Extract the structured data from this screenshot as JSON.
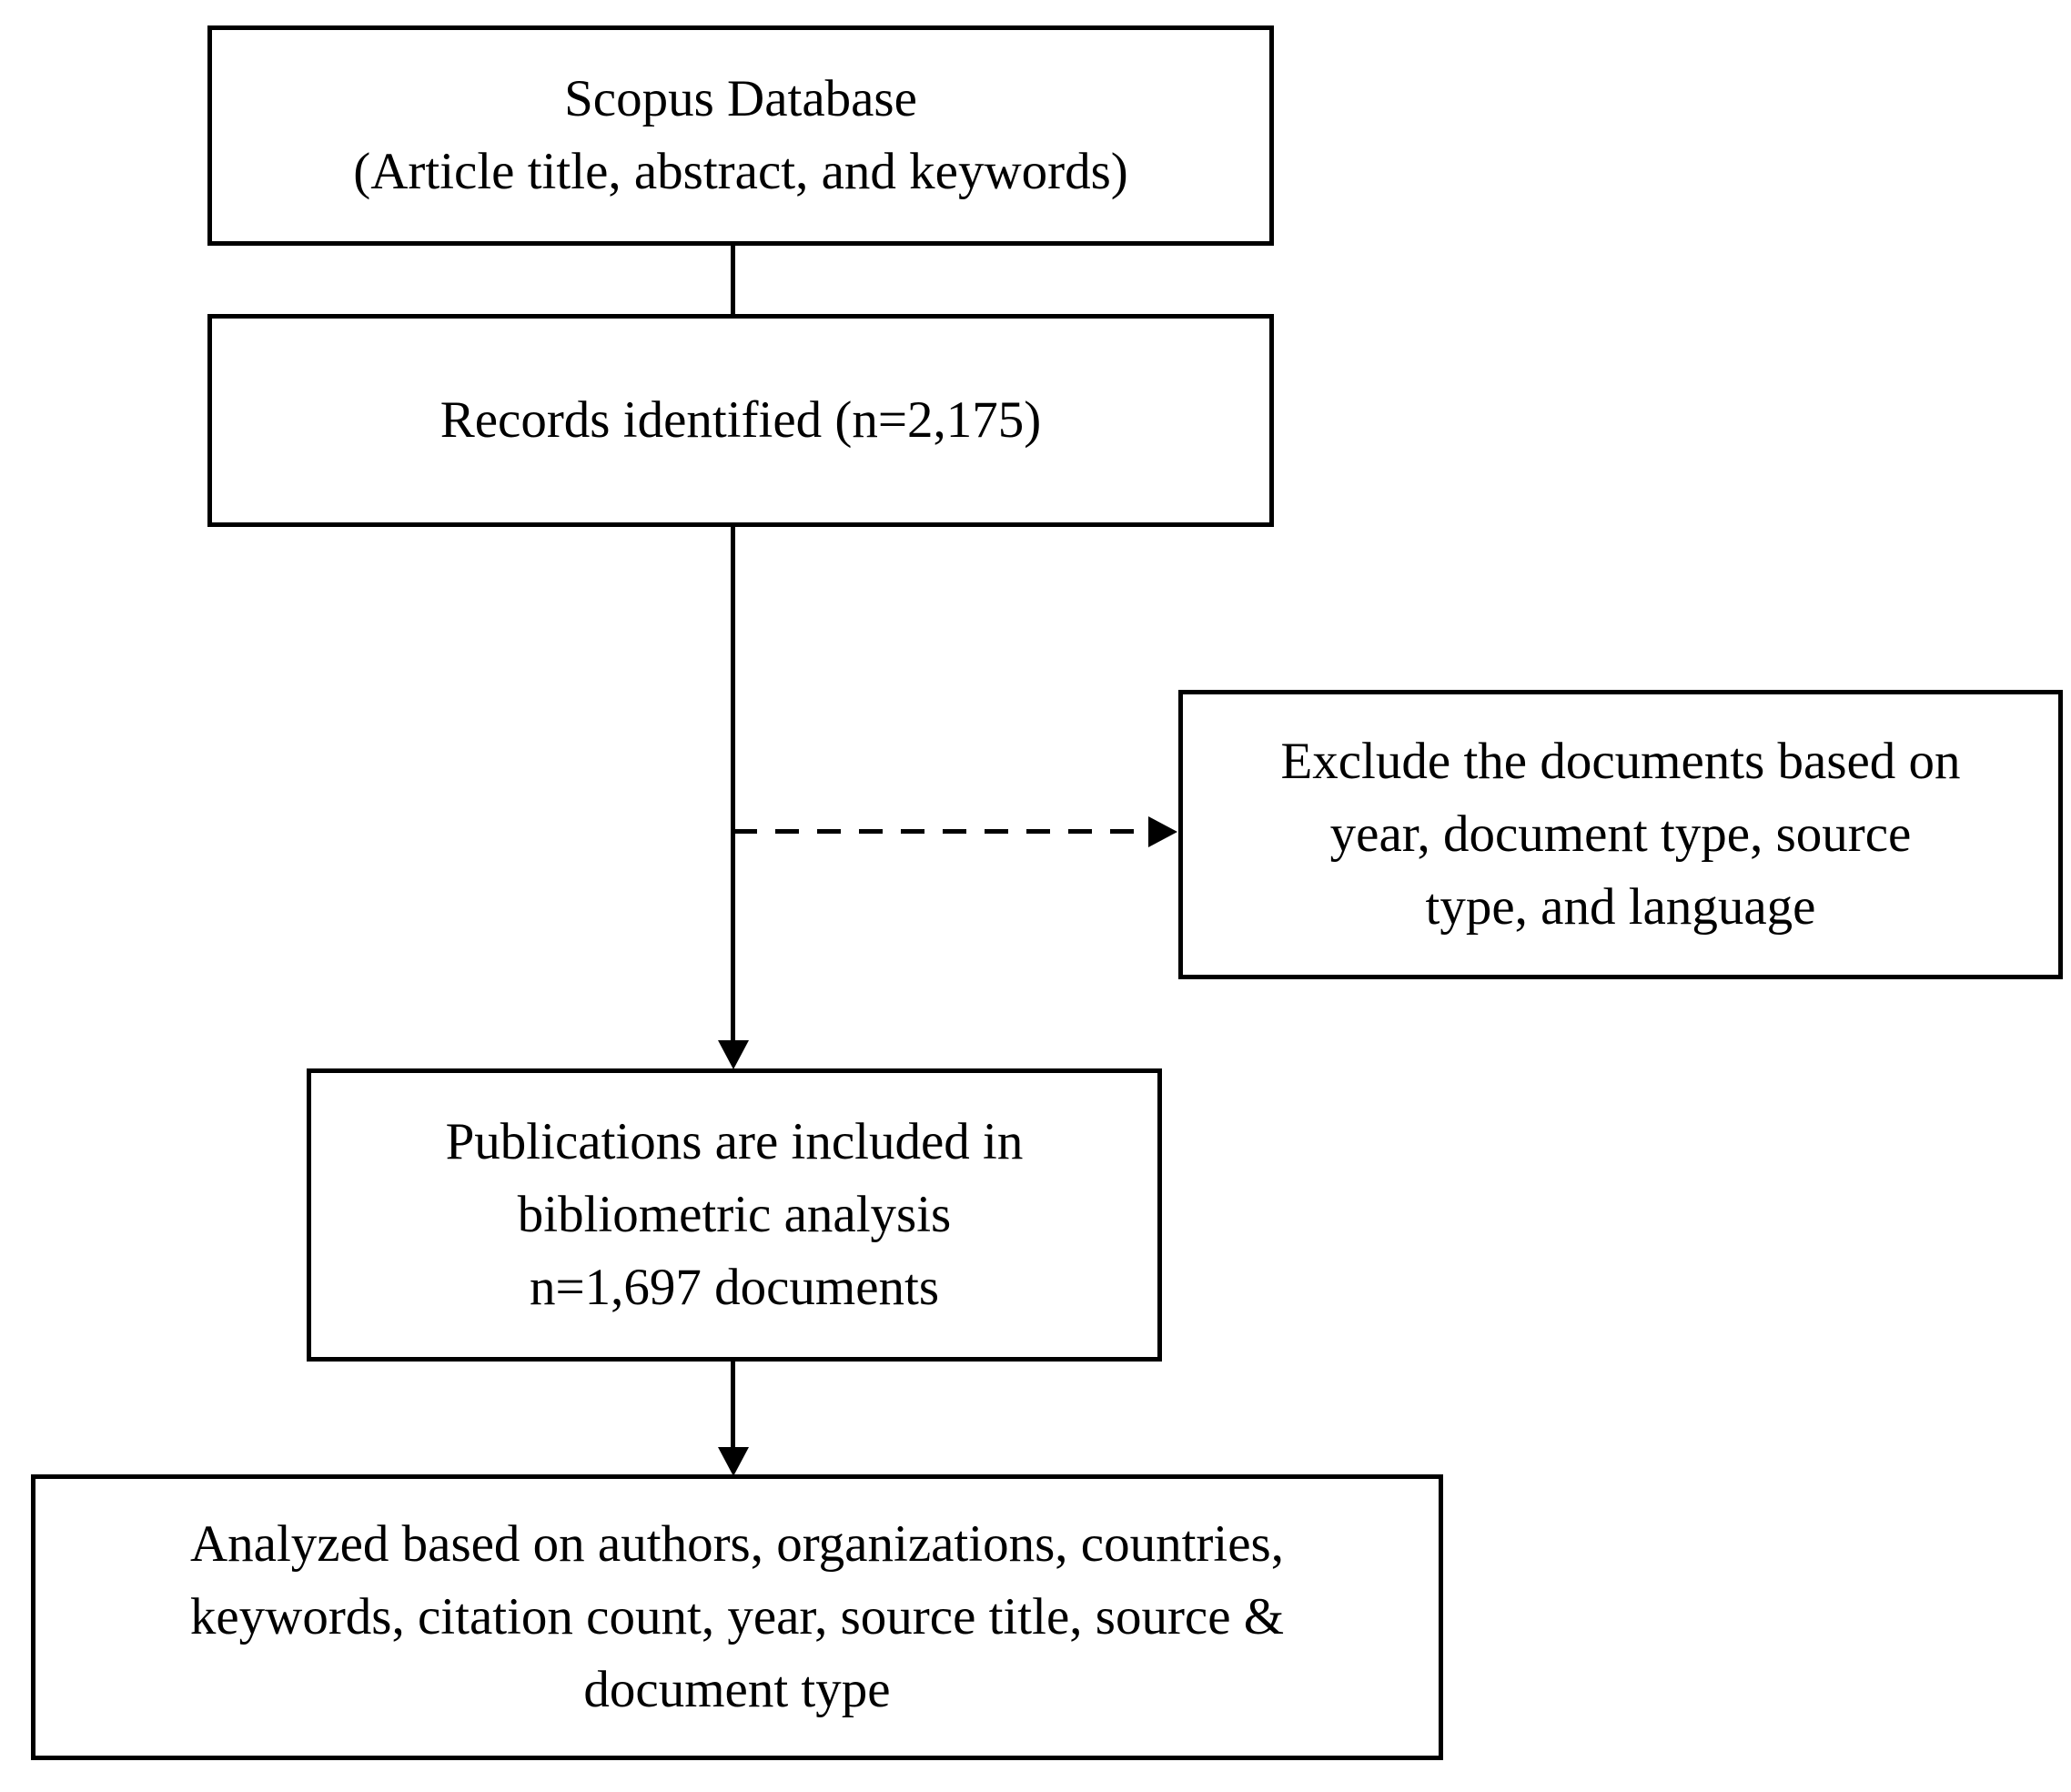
{
  "flowchart": {
    "boxes": {
      "scopus": {
        "text": "Scopus Database\n(Article title, abstract, and keywords)"
      },
      "records": {
        "text": "Records identified (n=2,175)"
      },
      "exclusion": {
        "text": "Exclude the documents based on\nyear, document type, source\ntype, and language"
      },
      "included": {
        "text": "Publications are included in\nbibliometric analysis\nn=1,697 documents"
      },
      "analyzed": {
        "text": "Analyzed based on authors, organizations, countries,\nkeywords, citation count, year, source title, source &\ndocument type"
      }
    },
    "colors": {
      "ink": "#000000",
      "background": "#ffffff"
    }
  }
}
